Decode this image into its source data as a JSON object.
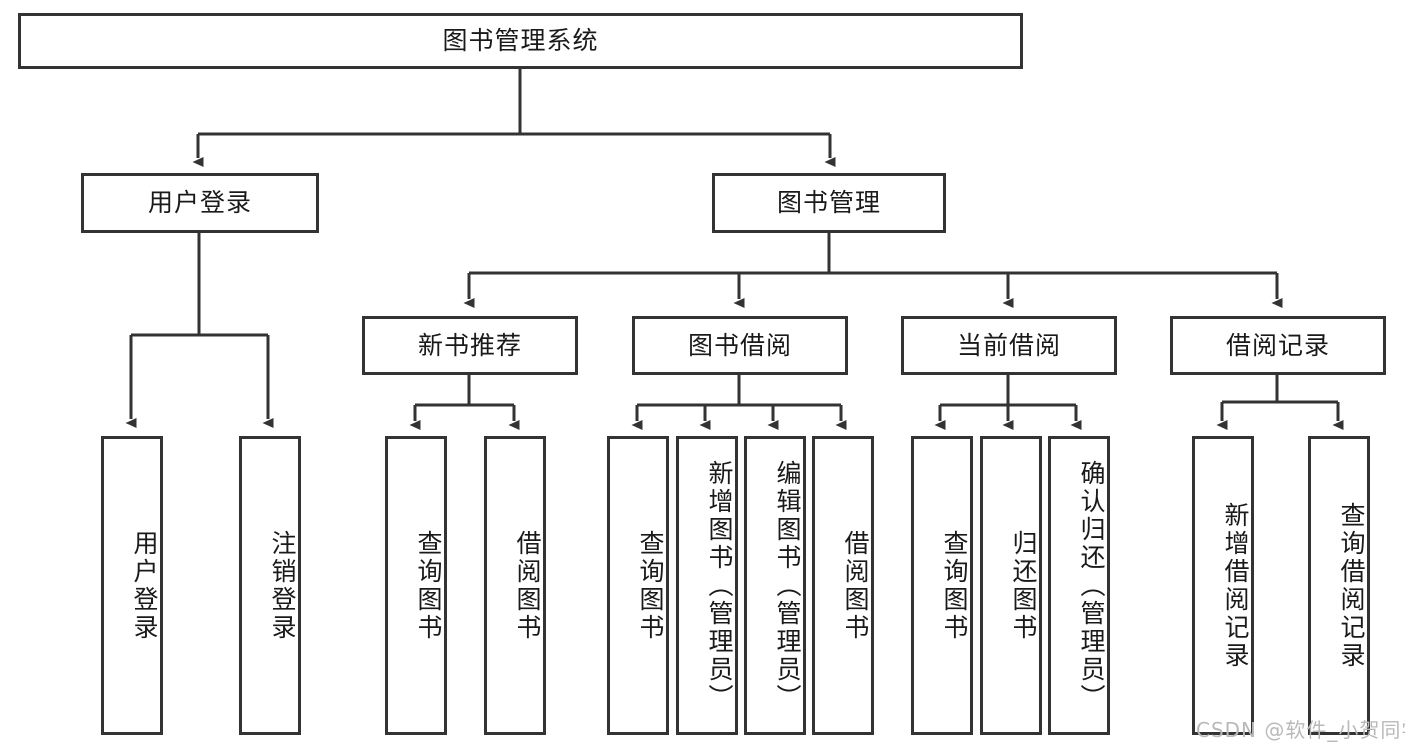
{
  "diagram": {
    "title": "图书管理系统",
    "type": "tree-hierarchy",
    "root": {
      "label": "图书管理系统"
    },
    "level2": [
      {
        "label": "用户登录"
      },
      {
        "label": "图书管理"
      }
    ],
    "level3": [
      {
        "label": "新书推荐"
      },
      {
        "label": "图书借阅"
      },
      {
        "label": "当前借阅"
      },
      {
        "label": "借阅记录"
      }
    ],
    "leaves": {
      "user_login": [
        {
          "label": "用户登录"
        },
        {
          "label": "注销登录"
        }
      ],
      "new_book_recommend": [
        {
          "label": "查询图书"
        },
        {
          "label": "借阅图书"
        }
      ],
      "book_borrow": [
        {
          "label": "查询图书"
        },
        {
          "label": "新增图书（管理员）"
        },
        {
          "label": "编辑图书（管理员）"
        },
        {
          "label": "借阅图书"
        }
      ],
      "current_borrow": [
        {
          "label": "查询图书"
        },
        {
          "label": "归还图书"
        },
        {
          "label": "确认归还（管理员）"
        }
      ],
      "borrow_record": [
        {
          "label": "新增借阅记录"
        },
        {
          "label": "查询借阅记录"
        }
      ]
    },
    "watermark": "CSDN @软件_小贺同学",
    "colors": {
      "stroke": "#333333",
      "fill": "#ffffff",
      "text": "#1a1a1a",
      "watermark": "#b9b9b9"
    }
  }
}
